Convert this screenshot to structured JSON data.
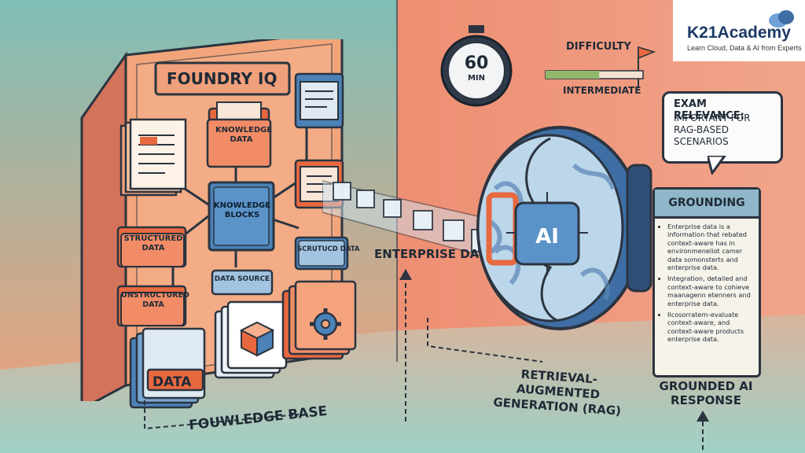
{
  "header": {
    "timer_number": "60",
    "timer_unit": "MIN",
    "difficulty_label": "DIFFICULTY",
    "difficulty_level": "INTERMEDIATE",
    "difficulty_fill": 0.55
  },
  "logo": {
    "name": "K21Academy",
    "tagline": "Learn Cloud, Data & AI from Experts"
  },
  "exam": {
    "title": "EXAM RELEVANCE:",
    "text": "IMPORTANT FOR RAG-BASED SCENARIOS"
  },
  "foundry": {
    "title": "FOUNDRY IQ",
    "knowledge_data": "KNOWLEDGE DATA",
    "knowledge_blocks": "KNOWLEDGE BLOCKS",
    "structured_data": "STRUCTURED DATA",
    "unstructured_data": "UNSTRUCTURED DATA",
    "data_source": "DATA SOURCE",
    "scrutucd_data": "SCRUTUCD DATA",
    "data_label": "DATA",
    "knowledge_base": "FOUWLEDGE BASE"
  },
  "flow": {
    "enterprise_data": "ENTERPRISE DATA",
    "ai_label": "AI",
    "rag_label": "RETRIEVAL-AUGMENTED GENERATION (RAG)"
  },
  "grounding": {
    "title": "GROUNDING",
    "bullets": [
      "Enterprise data is a information that rebated context-aware has in environmeneliot camer data somonsterts and enterprise data.",
      "Integration, detailed and context-aware to cohieve maanagenn etenners and enterprise data.",
      "Ilcosorratern-evaluate context-aware, and context-aware products enterprise data."
    ],
    "response_label": "GROUNDED AI RESPONSE"
  },
  "colors": {
    "board": "#f2a57a",
    "accent_orange": "#e8683f",
    "brain_blue": "#3e6ea4",
    "outline": "#2b3440",
    "teal_floor": "#a9d2c8"
  }
}
